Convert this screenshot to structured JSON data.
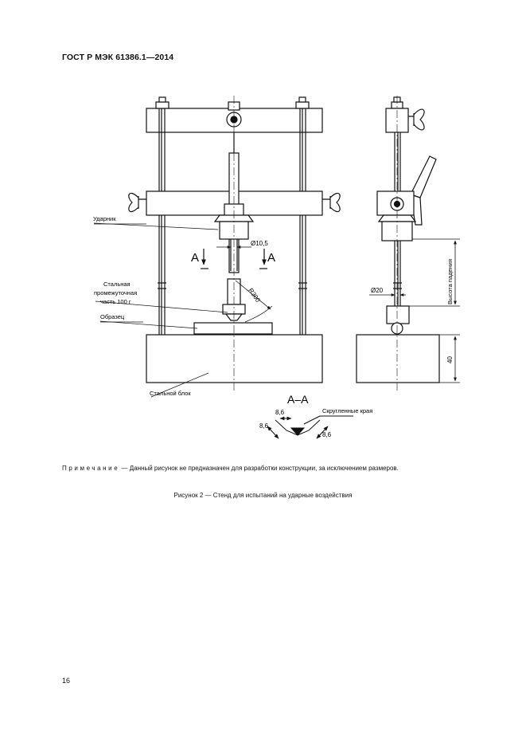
{
  "header": {
    "document_code": "ГОСТ Р МЭК 61386.1—2014"
  },
  "figure": {
    "labels": {
      "striker": "Ударник",
      "intermediate_line1": "Стальная",
      "intermediate_line2": "промежуточная",
      "intermediate_line3": "часть 100 г",
      "sample": "Образец",
      "steel_block": "Стальной блок",
      "section_left": "А",
      "section_right": "А",
      "section_title": "А–А",
      "rounded_edges": "Скругленные края",
      "drop_height": "Высота падения"
    },
    "dimensions": {
      "striker_diameter": "Ø10,5",
      "radius": "R300",
      "rod_diameter": "Ø20",
      "block_height": "40",
      "chamfer_top": "8,6",
      "chamfer_left": "8,6",
      "chamfer_right": "8,6"
    }
  },
  "note": {
    "lead": "Примечание",
    "text": " — Данный рисунок не предназначен для разработки конструкции, за исключением размеров."
  },
  "caption": "Рисунок 2 — Стенд для испытаний на ударные воздействия",
  "page_number": "16"
}
